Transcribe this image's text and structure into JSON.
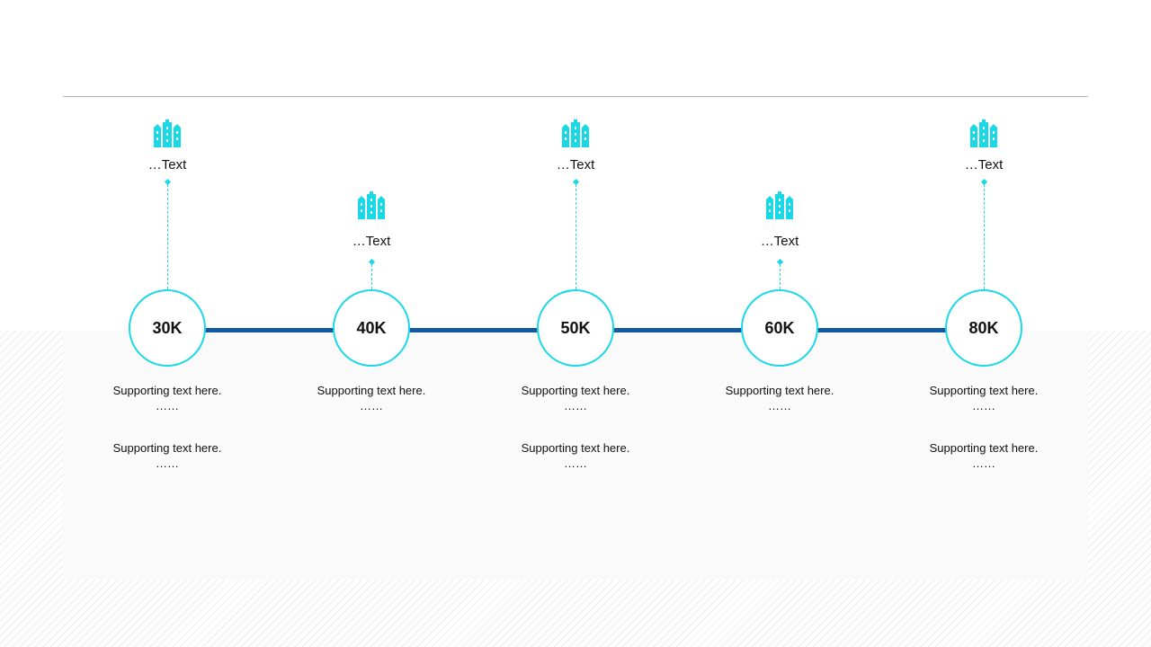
{
  "colors": {
    "accent": "#1ad9e6",
    "connector": "#1358a2",
    "text": "#111111",
    "rule": "#b5b5b5"
  },
  "milestones": [
    {
      "icon": "buildings-icon",
      "label": "…Text",
      "value": "30K",
      "supporting": [
        {
          "text": "Supporting  text here.",
          "dots": "……"
        },
        {
          "text": "Supporting  text here.",
          "dots": "……"
        }
      ]
    },
    {
      "icon": "buildings-icon",
      "label": "…Text",
      "value": "40K",
      "supporting": [
        {
          "text": "Supporting  text here.",
          "dots": "……"
        }
      ]
    },
    {
      "icon": "buildings-icon",
      "label": "…Text",
      "value": "50K",
      "supporting": [
        {
          "text": "Supporting  text here.",
          "dots": "……"
        },
        {
          "text": "Supporting  text here.",
          "dots": "……"
        }
      ]
    },
    {
      "icon": "buildings-icon",
      "label": "…Text",
      "value": "60K",
      "supporting": [
        {
          "text": "Supporting  text here.",
          "dots": "……"
        }
      ]
    },
    {
      "icon": "buildings-icon",
      "label": "…Text",
      "value": "80K",
      "supporting": [
        {
          "text": "Supporting  text here.",
          "dots": "……"
        },
        {
          "text": "Supporting  text here.",
          "dots": "……"
        }
      ]
    }
  ]
}
